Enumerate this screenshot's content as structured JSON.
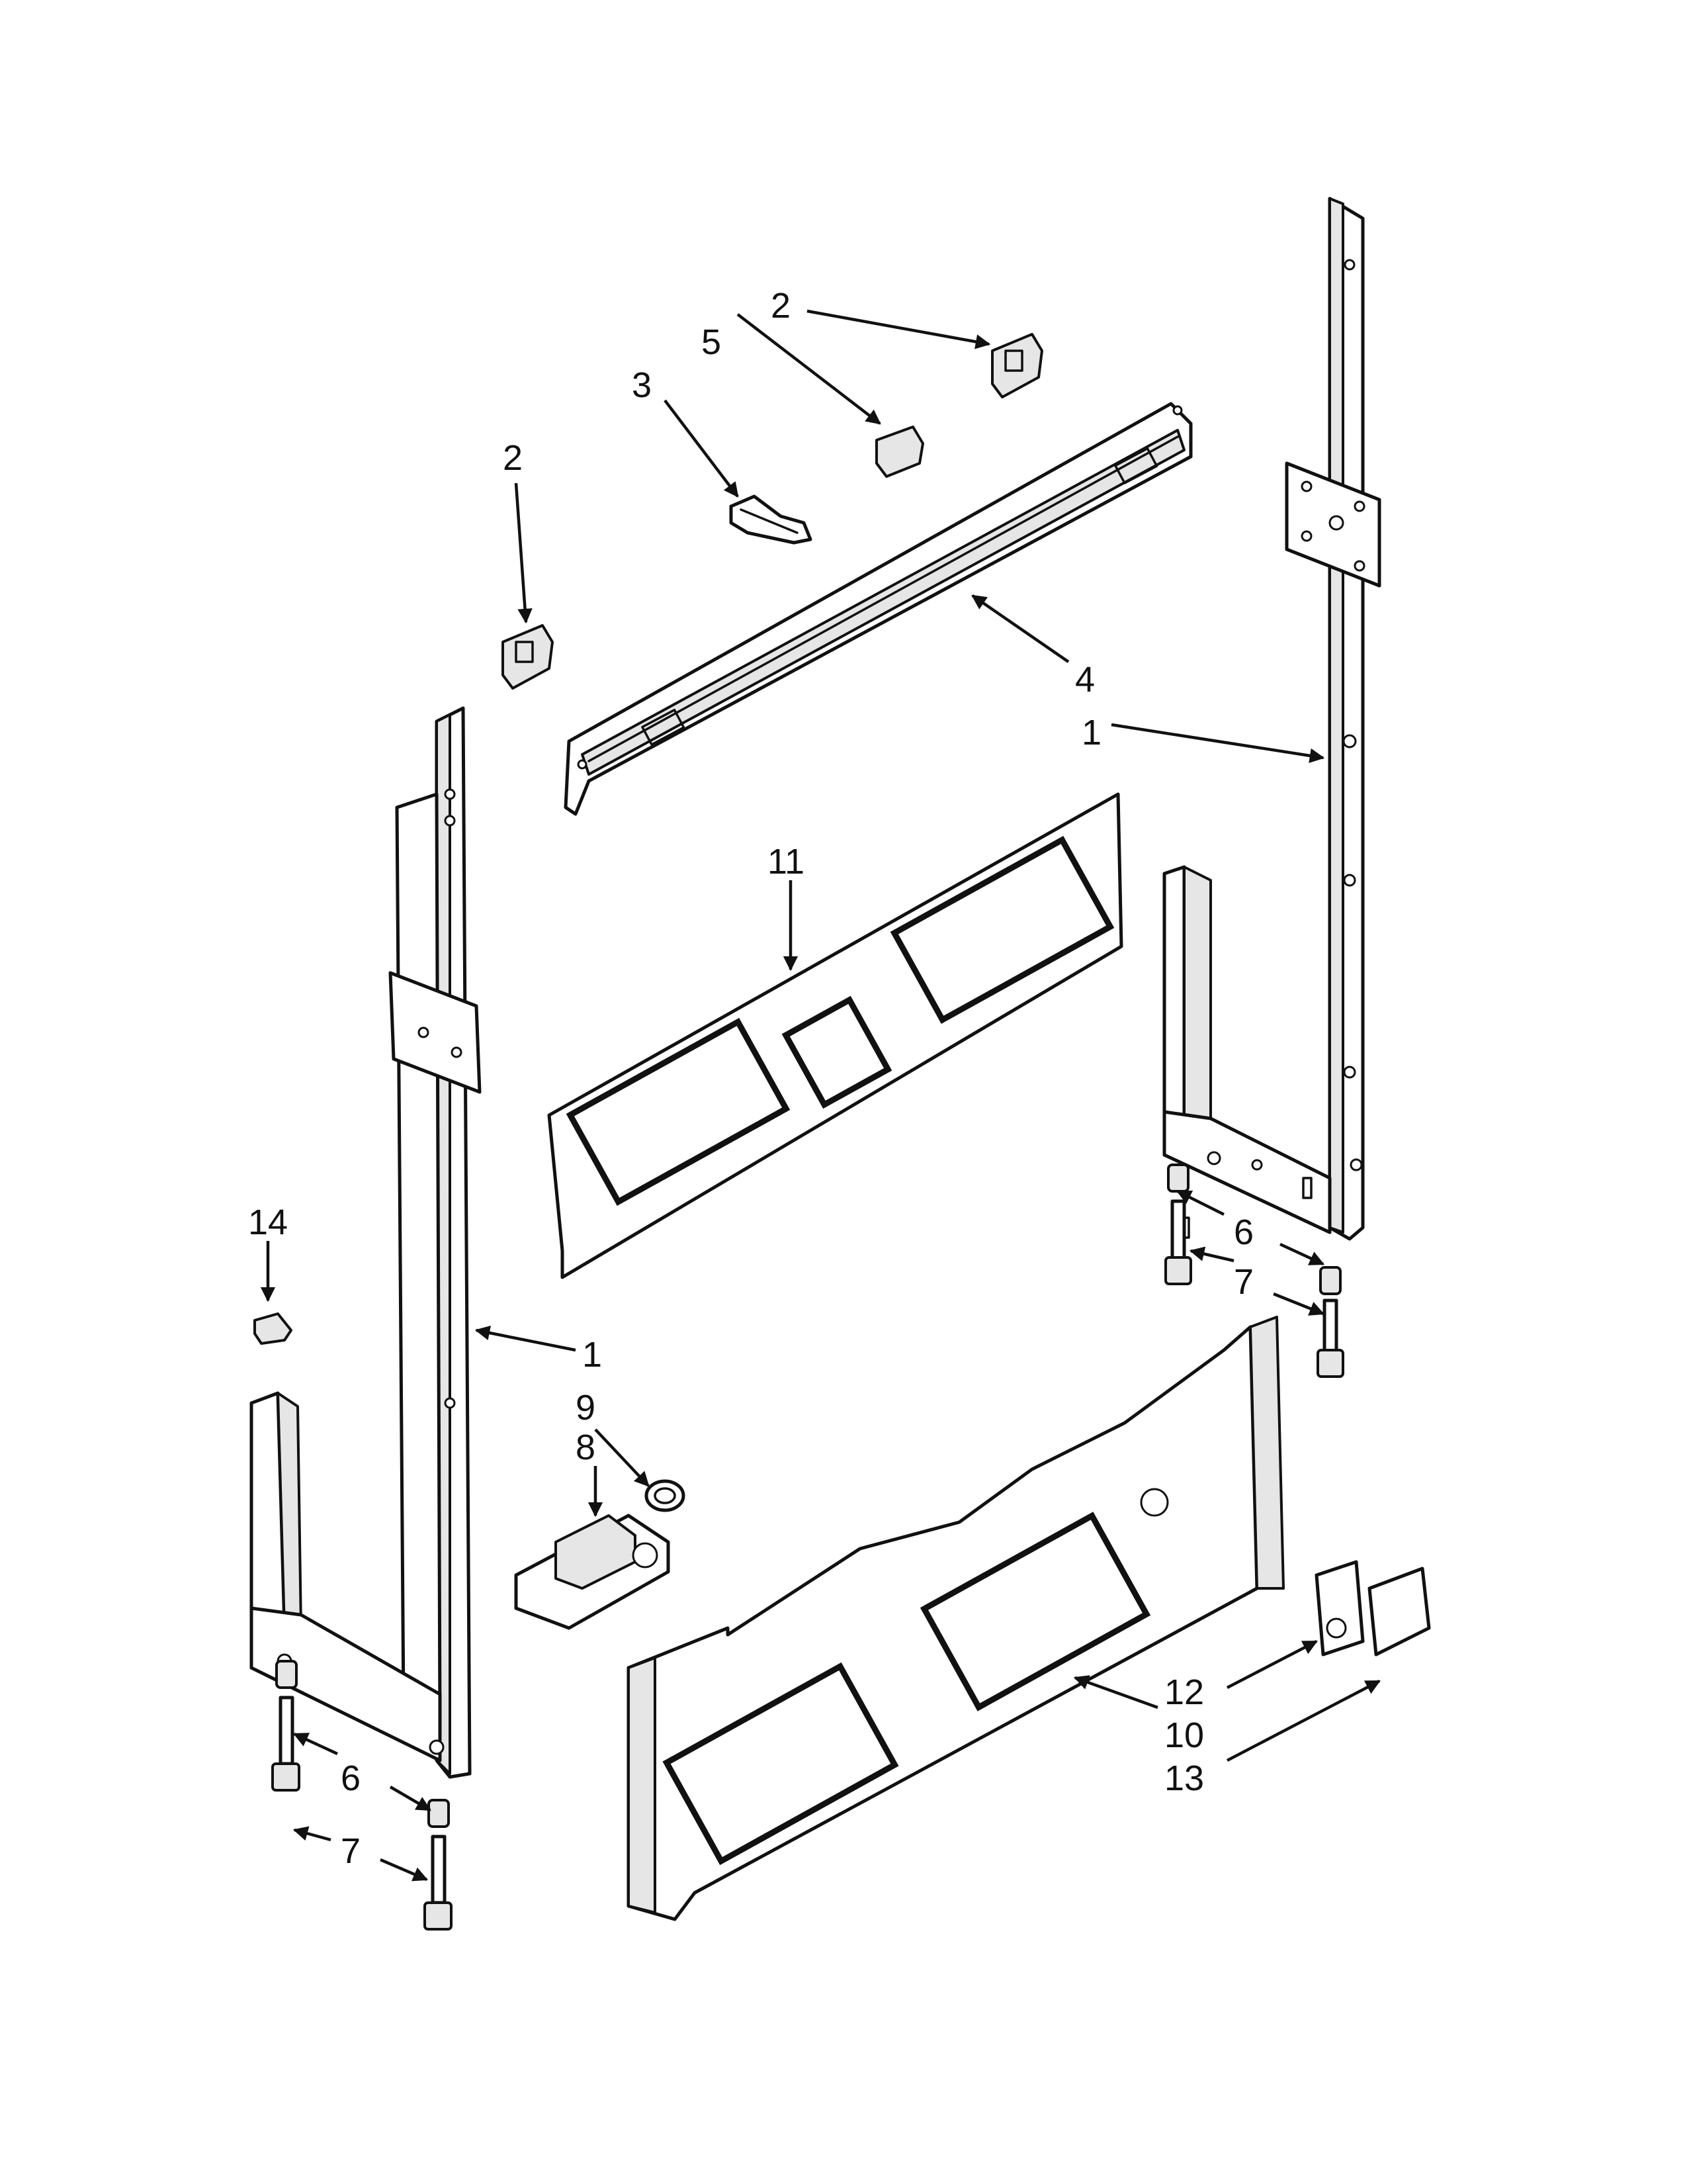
{
  "callouts": {
    "c1_right": "1",
    "c1_left": "1",
    "c2_top": "2",
    "c2_left": "2",
    "c3": "3",
    "c4": "4",
    "c5": "5",
    "c6_right": "6",
    "c6_left": "6",
    "c7_right": "7",
    "c7_left": "7",
    "c8": "8",
    "c9": "9",
    "c10": "10",
    "c11": "11",
    "c12": "12",
    "c13": "13",
    "c14": "14"
  },
  "colors": {
    "line": "#111111",
    "background": "#ffffff",
    "shade": "#e6e6e6"
  }
}
